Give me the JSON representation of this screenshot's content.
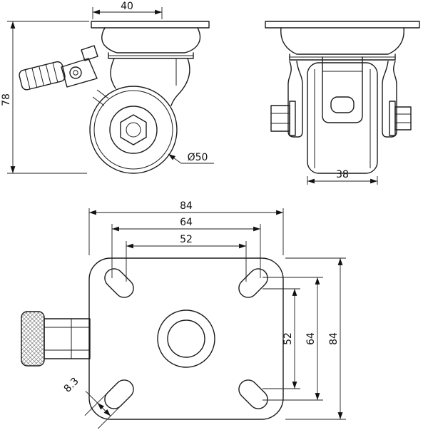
{
  "drawing_title": "swivel-caster-technical-drawing",
  "line_color": "#1c1c1c",
  "dims": {
    "side_view": {
      "top_offset": "40",
      "overall_height": "78",
      "wheel_diameter": "Ø50"
    },
    "front_view": {
      "wheel_width": "38"
    },
    "plan_view": {
      "plate_width": "84",
      "hole_span_outer_h": "64",
      "hole_span_inner_h": "52",
      "hole_span_inner_v": "52",
      "hole_span_outer_v": "64",
      "plate_height": "84",
      "slot_width": "8.3"
    }
  }
}
